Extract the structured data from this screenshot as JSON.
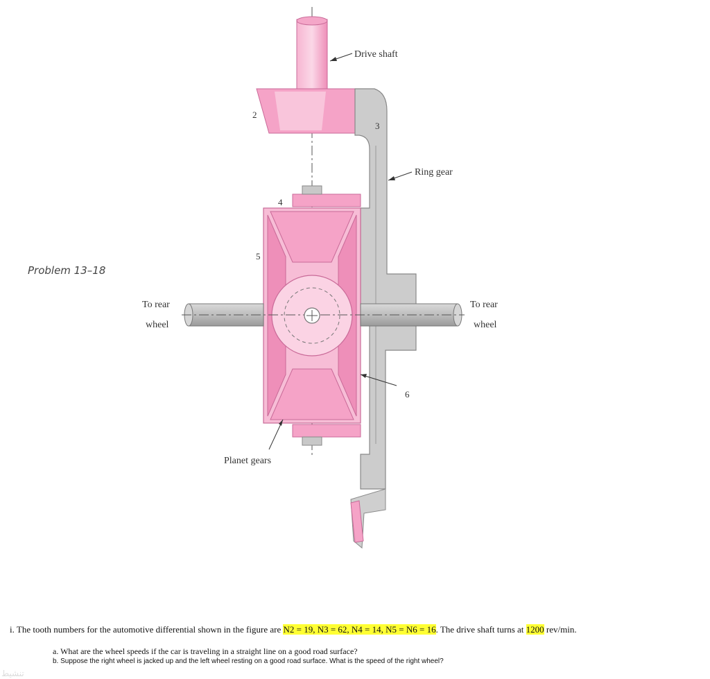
{
  "labels": {
    "drive_shaft": "Drive shaft",
    "ring_gear": "Ring gear",
    "to_rear_wheel_left_1": "To rear",
    "to_rear_wheel_left_2": "wheel",
    "to_rear_wheel_right_1": "To rear",
    "to_rear_wheel_right_2": "wheel",
    "planet_gears": "Planet gears",
    "gear_2": "2",
    "gear_3": "3",
    "gear_4": "4",
    "gear_5": "5",
    "gear_6": "6"
  },
  "problem_label": "Problem 13–18",
  "question": {
    "intro": "i. The tooth numbers for the automotive differential shown in the figure are ",
    "teeth": "N2 = 19, N3 = 62, N4 = 14, N5 = N6 = 16",
    "middle": ". The drive shaft turns at ",
    "speed": "1200",
    "unit": " rev/min.",
    "part_a": "a. What are the wheel speeds if the car is traveling in a straight line on a good road surface?",
    "part_b": "b. Suppose the right wheel is jacked up and the left wheel resting on a good road surface. What is the speed of the right wheel?"
  },
  "watermark": "تنشيط",
  "colors": {
    "pink": "#f5a3c7",
    "pink_light": "#fbd3e4",
    "pink_dark": "#e279a8",
    "gray": "#c8c8c8",
    "gray_dark": "#8f8f8f",
    "highlight": "#ffff33"
  }
}
